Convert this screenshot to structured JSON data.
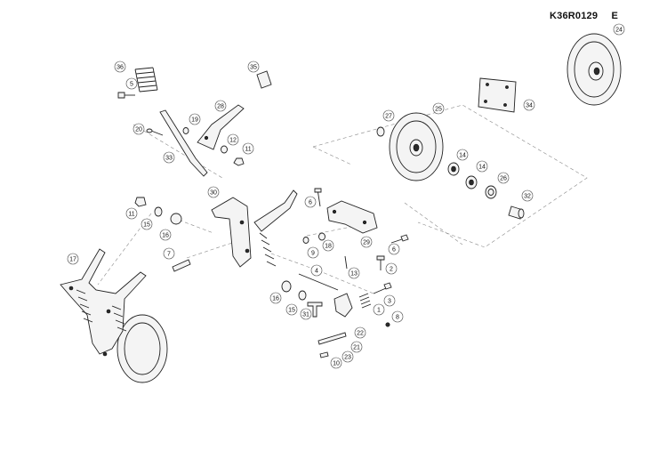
{
  "drawing": {
    "code": "K36R0129",
    "revision": "E"
  },
  "callouts": [
    {
      "id": "c24",
      "label": "24"
    },
    {
      "id": "c36",
      "label": "36"
    },
    {
      "id": "c35",
      "label": "35"
    },
    {
      "id": "c5",
      "label": "5"
    },
    {
      "id": "c28",
      "label": "28"
    },
    {
      "id": "c19",
      "label": "19"
    },
    {
      "id": "c20",
      "label": "20"
    },
    {
      "id": "c12",
      "label": "12"
    },
    {
      "id": "c11a",
      "label": "11"
    },
    {
      "id": "c33",
      "label": "33"
    },
    {
      "id": "c34",
      "label": "34"
    },
    {
      "id": "c27",
      "label": "27"
    },
    {
      "id": "c25",
      "label": "25"
    },
    {
      "id": "c14a",
      "label": "14"
    },
    {
      "id": "c14b",
      "label": "14"
    },
    {
      "id": "c26",
      "label": "26"
    },
    {
      "id": "c32",
      "label": "32"
    },
    {
      "id": "c30",
      "label": "30"
    },
    {
      "id": "c6a",
      "label": "6"
    },
    {
      "id": "c11b",
      "label": "11"
    },
    {
      "id": "c15a",
      "label": "15"
    },
    {
      "id": "c16a",
      "label": "16"
    },
    {
      "id": "c9",
      "label": "9"
    },
    {
      "id": "c18",
      "label": "18"
    },
    {
      "id": "c29",
      "label": "29"
    },
    {
      "id": "c6b",
      "label": "6"
    },
    {
      "id": "c7",
      "label": "7"
    },
    {
      "id": "c17",
      "label": "17"
    },
    {
      "id": "c4",
      "label": "4"
    },
    {
      "id": "c13",
      "label": "13"
    },
    {
      "id": "c2",
      "label": "2"
    },
    {
      "id": "c16b",
      "label": "16"
    },
    {
      "id": "c3",
      "label": "3"
    },
    {
      "id": "c15b",
      "label": "15"
    },
    {
      "id": "c31",
      "label": "31"
    },
    {
      "id": "c1",
      "label": "1"
    },
    {
      "id": "c8",
      "label": "8"
    },
    {
      "id": "c22",
      "label": "22"
    },
    {
      "id": "c21",
      "label": "21"
    },
    {
      "id": "c23",
      "label": "23"
    },
    {
      "id": "c10",
      "label": "10"
    }
  ]
}
